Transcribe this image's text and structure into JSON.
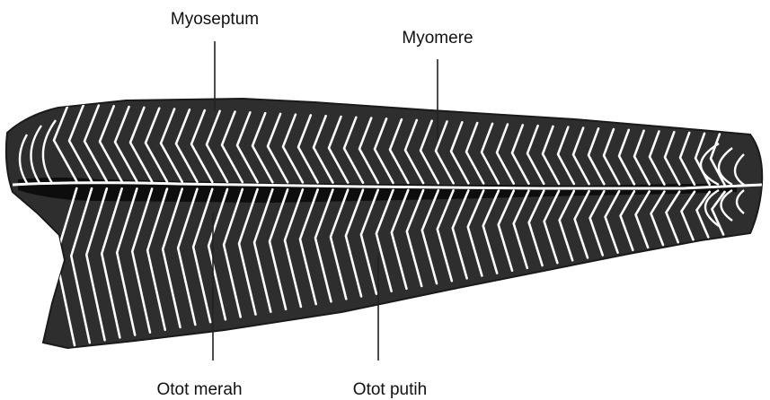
{
  "labels": {
    "myoseptum": "Myoseptum",
    "myomere": "Myomere",
    "otot_merah": "Otot merah",
    "otot_putih": "Otot putih"
  },
  "colors": {
    "background": "#ffffff",
    "muscle_fill": "#2e2e2e",
    "red_muscle_band": "#0d0d0d",
    "myoseptum_lines": "#ffffff",
    "leader_lines": "#222222",
    "text": "#111111"
  }
}
